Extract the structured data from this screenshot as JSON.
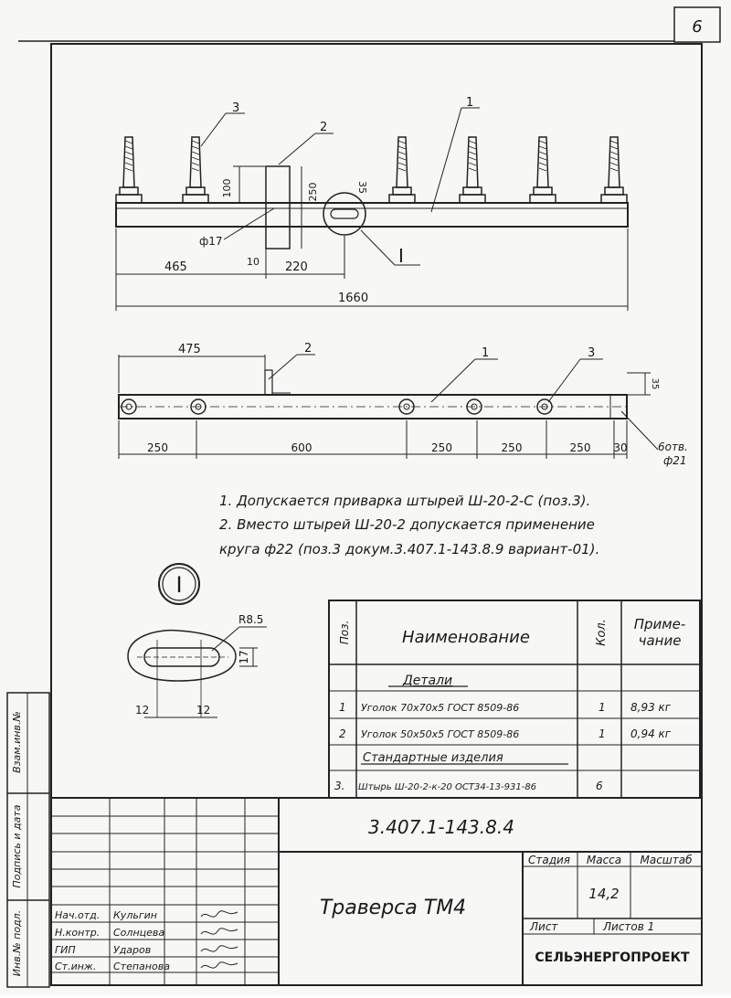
{
  "page_number": "6",
  "drawing1": {
    "pos1": "1",
    "pos2": "2",
    "pos3": "3",
    "dim_100": "100",
    "dim_250": "250",
    "dim_35": "35",
    "dim_phi17": "ф17",
    "dim_10": "10",
    "dim_465": "465",
    "dim_220": "220",
    "dim_1660": "1660",
    "detail_ref": "I"
  },
  "drawing2": {
    "dim_475": "475",
    "pos2": "2",
    "pos1": "1",
    "pos3": "3",
    "dim_35": "35",
    "dims_bottom": [
      "250",
      "600",
      "250",
      "250",
      "250",
      "30"
    ],
    "holes_label_1": "6отв.",
    "holes_label_2": "ф21"
  },
  "notes": [
    "1. Допускается приварка штырей Ш-20-2-С (поз.3).",
    "2. Вместо штырей Ш-20-2 допускается применение",
    "круга ф22 (поз.3 докум.3.407.1-143.8.9 вариант-01)."
  ],
  "detail": {
    "circle_label": "I",
    "radius_label": "R8.5",
    "dim_17": "17",
    "dim_12_left": "12",
    "dim_12_right": "12"
  },
  "spec_table": {
    "header_pos": "Поз.",
    "header_name": "Наименование",
    "header_qty": "Кол.",
    "header_note_1": "Приме-",
    "header_note_2": "чание",
    "section_details": "Детали",
    "rows": [
      {
        "pos": "1",
        "name": "Уголок 70х70х5 ГОСТ 8509-86",
        "qty": "1",
        "note": "8,93 кг"
      },
      {
        "pos": "2",
        "name": "Уголок 50х50х5 ГОСТ 8509-86",
        "qty": "1",
        "note": "0,94 кг"
      }
    ],
    "section_standard": "Стандартные изделия",
    "std_row": {
      "pos": "3.",
      "name": "Штырь Ш-20-2-к-20 ОСТ34-13-931-86",
      "qty": "6",
      "note": ""
    }
  },
  "side_stamp": {
    "s1": "Взам.инв.№",
    "s2": "Подпись и дата",
    "s3": "Инв.№ подл."
  },
  "title_block": {
    "doc_code": "3.407.1-143.8.4",
    "title": "Траверса ТМ4",
    "stage_label": "Стадия",
    "mass_label": "Масса",
    "scale_label": "Масштаб",
    "mass_value": "14,2",
    "sheet_label": "Лист",
    "sheets_label": "Листов 1",
    "org": "СЕЛЬЭНЕРГОПРОЕКТ",
    "staff": [
      {
        "role": "Нач.отд.",
        "name": "Кульгин"
      },
      {
        "role": "Н.контр.",
        "name": "Солнцева"
      },
      {
        "role": "ГИП",
        "name": "Ударов"
      },
      {
        "role": "Ст.инж.",
        "name": "Степанова"
      }
    ]
  }
}
